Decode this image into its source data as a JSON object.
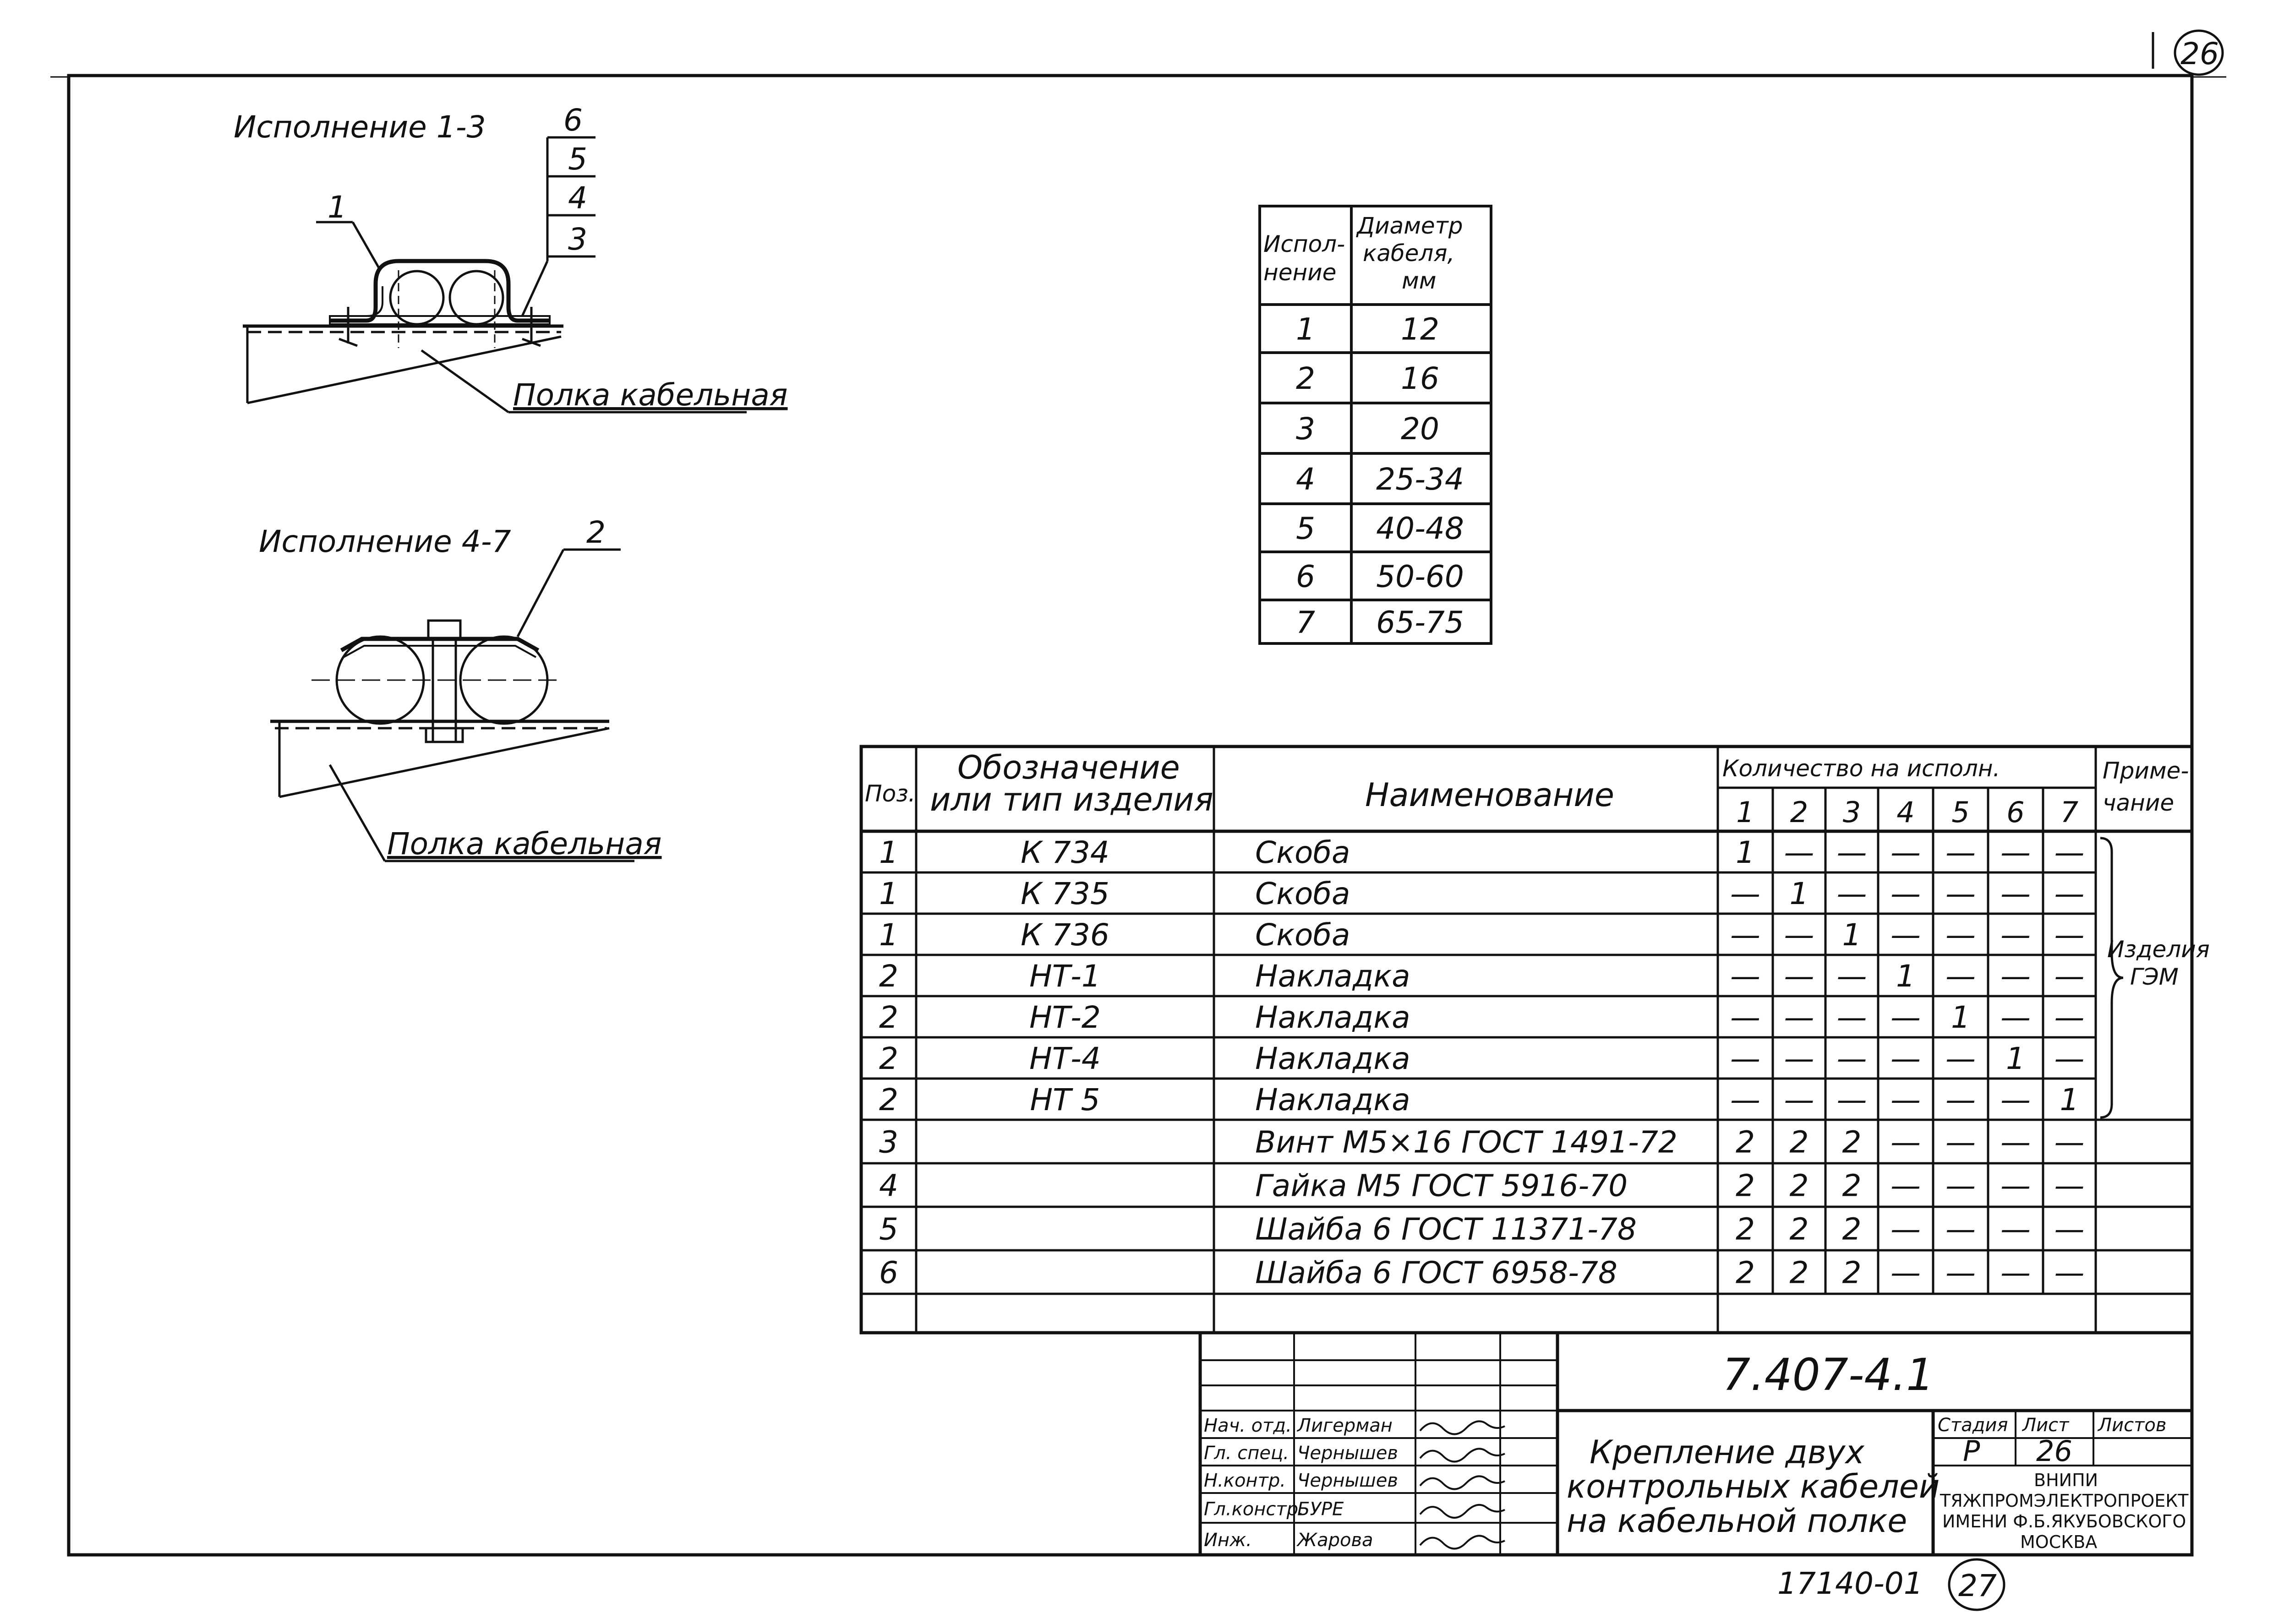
{
  "corner_mark": "26",
  "drawing_1": {
    "title": "Исполнение 1-3",
    "pos_callout": "1",
    "stack": [
      "6",
      "5",
      "4",
      "3"
    ],
    "shelf_label": "Полка кабельная"
  },
  "drawing_2": {
    "title": "Исполнение 4-7",
    "pos_callout": "2",
    "shelf_label": "Полка кабельная"
  },
  "diameter_table": {
    "headers": [
      "Испол-\nнение",
      "Диаметр\nкабеля,\nмм"
    ],
    "rows": [
      [
        "1",
        "12"
      ],
      [
        "2",
        "16"
      ],
      [
        "3",
        "20"
      ],
      [
        "4",
        "25-34"
      ],
      [
        "5",
        "40-48"
      ],
      [
        "6",
        "50-60"
      ],
      [
        "7",
        "65-75"
      ]
    ]
  },
  "spec_table": {
    "headers": {
      "pos": "Поз.",
      "designation": "Обозначение\nили тип изделия",
      "name": "Наименование",
      "qty": "Количество на исполн.",
      "note": "Приме-\nчание"
    },
    "qty_columns": [
      "1",
      "2",
      "3",
      "4",
      "5",
      "6",
      "7"
    ],
    "rows": [
      {
        "pos": "1",
        "designation": "К 734",
        "name": "Скоба",
        "qty": [
          "1",
          "—",
          "—",
          "—",
          "—",
          "—",
          "—"
        ]
      },
      {
        "pos": "1",
        "designation": "К 735",
        "name": "Скоба",
        "qty": [
          "—",
          "1",
          "—",
          "—",
          "—",
          "—",
          "—"
        ]
      },
      {
        "pos": "1",
        "designation": "К 736",
        "name": "Скоба",
        "qty": [
          "—",
          "—",
          "1",
          "—",
          "—",
          "—",
          "—"
        ]
      },
      {
        "pos": "2",
        "designation": "НТ-1",
        "name": "Накладка",
        "qty": [
          "—",
          "—",
          "—",
          "1",
          "—",
          "—",
          "—"
        ]
      },
      {
        "pos": "2",
        "designation": "НТ-2",
        "name": "Накладка",
        "qty": [
          "—",
          "—",
          "—",
          "—",
          "1",
          "—",
          "—"
        ]
      },
      {
        "pos": "2",
        "designation": "НТ-4",
        "name": "Накладка",
        "qty": [
          "—",
          "—",
          "—",
          "—",
          "—",
          "1",
          "—"
        ]
      },
      {
        "pos": "2",
        "designation": "НТ 5",
        "name": "Накладка",
        "qty": [
          "—",
          "—",
          "—",
          "—",
          "—",
          "—",
          "1"
        ]
      },
      {
        "pos": "3",
        "designation": "",
        "name": "Винт М5×16  ГОСТ 1491-72",
        "qty": [
          "2",
          "2",
          "2",
          "—",
          "—",
          "—",
          "—"
        ]
      },
      {
        "pos": "4",
        "designation": "",
        "name": "Гайка М5  ГОСТ 5916-70",
        "qty": [
          "2",
          "2",
          "2",
          "—",
          "—",
          "—",
          "—"
        ]
      },
      {
        "pos": "5",
        "designation": "",
        "name": "Шайба 6  ГОСТ 11371-78",
        "qty": [
          "2",
          "2",
          "2",
          "—",
          "—",
          "—",
          "—"
        ]
      },
      {
        "pos": "6",
        "designation": "",
        "name": "Шайба 6  ГОСТ 6958-78",
        "qty": [
          "2",
          "2",
          "2",
          "—",
          "—",
          "—",
          "—"
        ]
      }
    ],
    "note_group": "Изделия\nГЭМ"
  },
  "title_block": {
    "code": "7.407-4.1",
    "roles": [
      {
        "role": "Нач. отд.",
        "name": "Лигерман"
      },
      {
        "role": "Гл. спец.",
        "name": "Чернышев"
      },
      {
        "role": "Н.контр.",
        "name": "Чернышев"
      },
      {
        "role": "Гл.констр.",
        "name": "БУРЕ"
      },
      {
        "role": "Инж.",
        "name": "Жарова"
      }
    ],
    "title_lines": [
      "Крепление  двух",
      "контрольных  кабелей",
      "на  кабельной   полке"
    ],
    "stage_label": "Стадия",
    "sheet_label": "Лист",
    "sheets_label": "Листов",
    "stage": "Р",
    "sheet": "26",
    "org_lines": [
      "ВНИПИ",
      "ТЯЖПРОМЭЛЕКТРОПРОЕКТ",
      "ИМЕНИ Ф.Б.ЯКУБОВСКОГО",
      "МОСКВА"
    ]
  },
  "bottom_marks": {
    "archive": "17140-01",
    "page_circle": "27"
  }
}
